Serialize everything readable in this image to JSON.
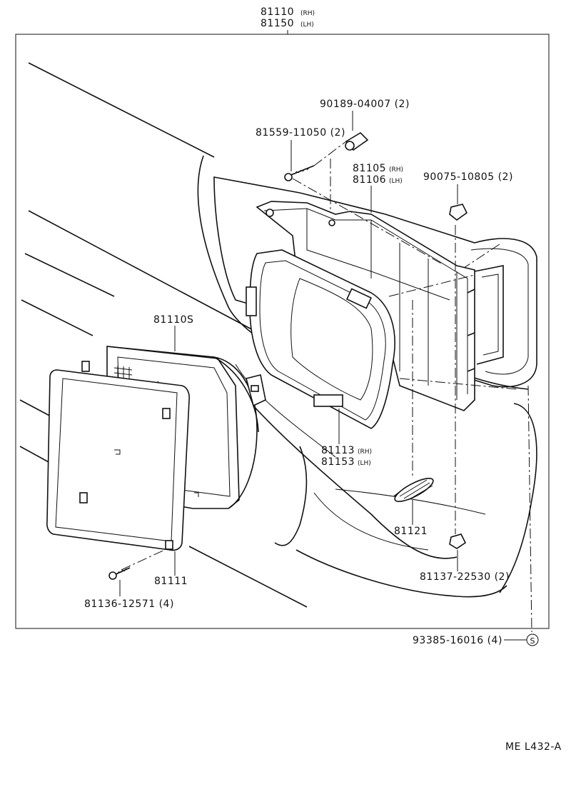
{
  "header": {
    "line1_number": "81110",
    "line1_side": "(RH)",
    "line2_number": "81150",
    "line2_side": "(LH)"
  },
  "callouts": {
    "fastener_top": "90189-04007 (2)",
    "screw_top": "81559-11050 (2)",
    "housing_rh": "81105",
    "housing_rh_side": "(RH)",
    "housing_lh": "81106",
    "housing_lh_side": "(LH)",
    "clip_right": "90075-10805 (2)",
    "lamp_unit": "81110S",
    "mount_ring_rh": "81113",
    "mount_ring_rh_side": "(RH)",
    "mount_ring_lh": "81153",
    "mount_ring_lh_side": "(LH)",
    "spring": "81121",
    "retaining_ring": "81111",
    "nut_bottom": "81137-22530 (2)",
    "screw_bottom": "81136-12571 (4)",
    "standard_part": "93385-16016 (4)",
    "standard_symbol": "S"
  },
  "footer": {
    "code": "ME L432-A"
  },
  "colors": {
    "ink": "#111111",
    "paper": "#ffffff"
  }
}
